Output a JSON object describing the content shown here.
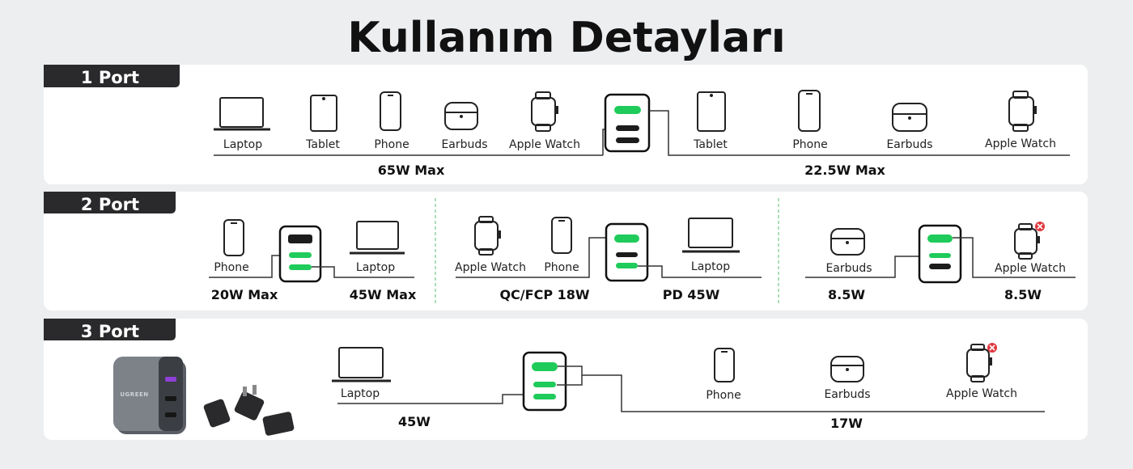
{
  "title": "Kullanım Detayları",
  "colors": {
    "accent_green": "#1fcb5b",
    "port_dark": "#1c1c1c",
    "tab_bg": "#2a2a2c",
    "panel_bg": "#ffffff",
    "page_bg": "#eceef0",
    "divider_green": "#8fd3a1",
    "warn_red": "#e0383e",
    "line": "#333333"
  },
  "sections": [
    {
      "tab": "1 Port",
      "groups": [
        {
          "devices": [
            {
              "label": "Laptop",
              "icon": "laptop-icon"
            },
            {
              "label": "Tablet",
              "icon": "tablet-icon"
            },
            {
              "label": "Phone",
              "icon": "phone-icon"
            },
            {
              "label": "Earbuds",
              "icon": "earbuds-icon"
            },
            {
              "label": "Apple Watch",
              "icon": "watch-icon"
            }
          ],
          "power": "65W  Max"
        },
        {
          "devices": [
            {
              "label": "Tablet",
              "icon": "tablet-icon"
            },
            {
              "label": "Phone",
              "icon": "phone-icon"
            },
            {
              "label": "Earbuds",
              "icon": "earbuds-icon"
            },
            {
              "label": "Apple Watch",
              "icon": "watch-icon"
            }
          ],
          "power": "22.5W  Max"
        }
      ]
    },
    {
      "tab": "2 Port",
      "subpanels": [
        {
          "left": {
            "label": "Phone",
            "icon": "phone-icon",
            "power": "20W Max"
          },
          "right": {
            "label": "Laptop",
            "icon": "laptop-icon",
            "power": "45W Max"
          }
        },
        {
          "left": {
            "label": "Apple Watch",
            "icon": "watch-icon",
            "extra": {
              "label": "Phone",
              "icon": "phone-icon"
            },
            "power": "QC/FCP 18W"
          },
          "right": {
            "label": "Laptop",
            "icon": "laptop-icon",
            "power": "PD 45W"
          }
        },
        {
          "left": {
            "label": "Earbuds",
            "icon": "earbuds-icon",
            "power": "8.5W"
          },
          "right": {
            "label": "Apple Watch",
            "icon": "watch-icon",
            "warning": true,
            "power": "8.5W"
          }
        }
      ]
    },
    {
      "tab": "3 Port",
      "brand": "UGREEN",
      "groups": [
        {
          "devices": [
            {
              "label": "Laptop",
              "icon": "laptop-icon"
            }
          ],
          "power": "45W"
        },
        {
          "devices": [
            {
              "label": "Phone",
              "icon": "phone-icon"
            },
            {
              "label": "Earbuds",
              "icon": "earbuds-icon"
            },
            {
              "label": "Apple Watch",
              "icon": "watch-icon",
              "warning": true
            }
          ],
          "power": "17W"
        }
      ]
    }
  ]
}
